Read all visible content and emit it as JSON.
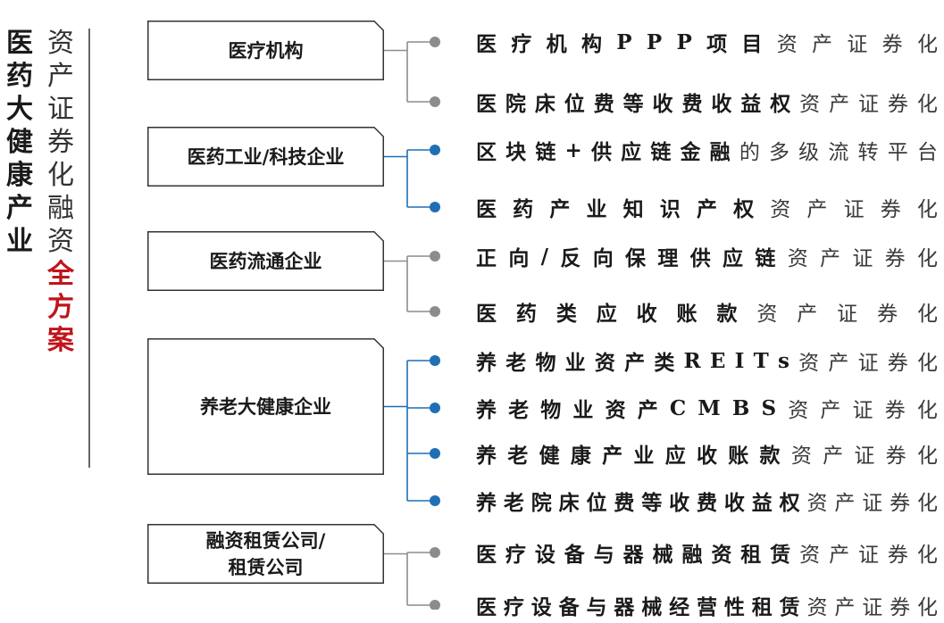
{
  "title": {
    "main": "医药大健康产业",
    "sub_plain": "资产证券化融资",
    "sub_highlight": "全方案"
  },
  "colors": {
    "gray_connector": "#8c8c8c",
    "blue_connector": "#1f6fb5",
    "highlight_red": "#c0141a",
    "text_dark": "#1a1a1a"
  },
  "groups": [
    {
      "label": "医疗机构",
      "connector": "gray",
      "items": [
        {
          "bold": "医疗机构PPP项目",
          "normal": "资产证券化"
        },
        {
          "bold": "医院床位费等收费收益权",
          "normal": "资产证券化"
        }
      ]
    },
    {
      "label": "医药工业/科技企业",
      "connector": "blue",
      "items": [
        {
          "bold": "区块链+供应链金融",
          "normal": "的多级流转平台"
        },
        {
          "bold": "医药产业知识产权",
          "normal": "资产证券化"
        }
      ]
    },
    {
      "label": "医药流通企业",
      "connector": "gray",
      "items": [
        {
          "bold": "正向/反向保理供应链",
          "normal": "资产证券化"
        },
        {
          "bold": "医药类应收账款",
          "normal": "资产证券化"
        }
      ]
    },
    {
      "label": "养老大健康企业",
      "connector": "blue",
      "items": [
        {
          "bold": "养老物业资产类REITs",
          "normal": "资产证券化"
        },
        {
          "bold": "养老物业资产CMBS",
          "normal": "资产证券化"
        },
        {
          "bold": "养老健康产业应收账款",
          "normal": "资产证券化"
        },
        {
          "bold": "养老院床位费等收费收益权",
          "normal": "资产证券化"
        }
      ]
    },
    {
      "label": "融资租赁公司/\n租赁公司",
      "connector": "gray",
      "items": [
        {
          "bold": "医疗设备与器械融资租赁",
          "normal": "资产证券化"
        },
        {
          "bold": "医疗设备与器械经营性租赁",
          "normal": "资产证券化"
        }
      ]
    }
  ]
}
